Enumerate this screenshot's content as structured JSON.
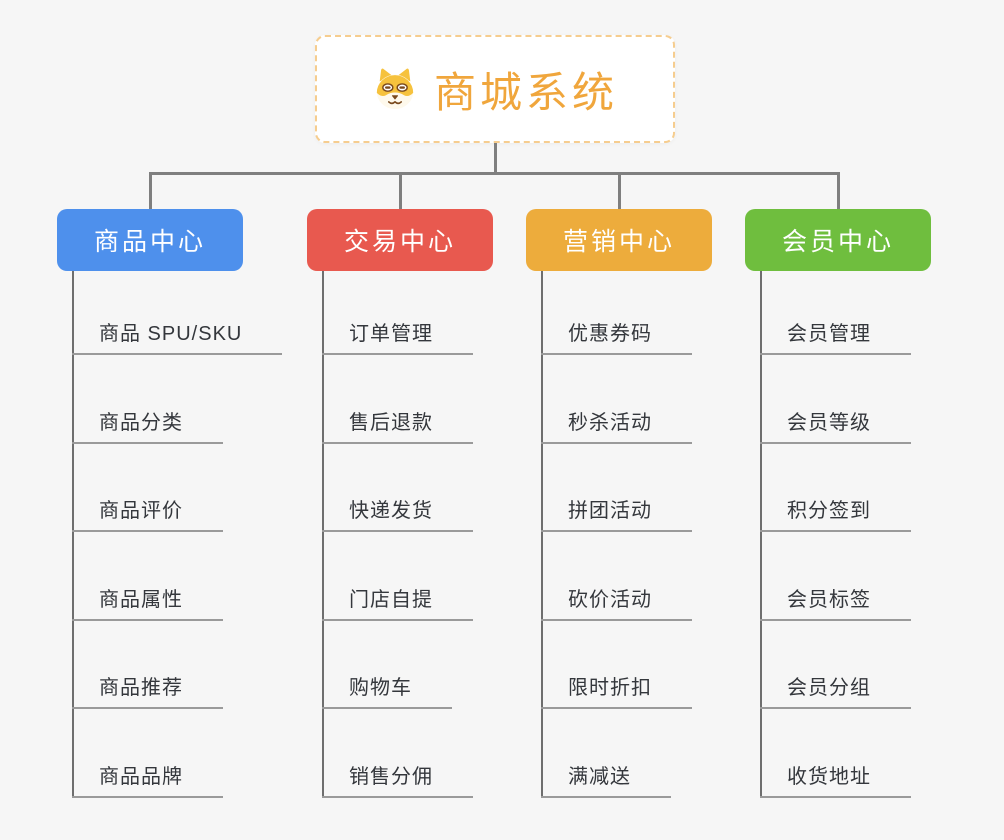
{
  "root": {
    "title": "商城系统",
    "icon": "dog-face-icon",
    "title_color": "#F0A63C",
    "border_color": "#F6CD8F"
  },
  "connector_color": "#7F7F7F",
  "underline_color": "#9A9A9A",
  "branches": [
    {
      "label": "商品中心",
      "color": "#4E90EC",
      "items": [
        "商品 SPU/SKU",
        "商品分类",
        "商品评价",
        "商品属性",
        "商品推荐",
        "商品品牌"
      ]
    },
    {
      "label": "交易中心",
      "color": "#E8594F",
      "items": [
        "订单管理",
        "售后退款",
        "快递发货",
        "门店自提",
        "购物车",
        "销售分佣"
      ]
    },
    {
      "label": "营销中心",
      "color": "#EDAC3C",
      "items": [
        "优惠券码",
        "秒杀活动",
        "拼团活动",
        "砍价活动",
        "限时折扣",
        "满减送"
      ]
    },
    {
      "label": "会员中心",
      "color": "#6FBE3E",
      "items": [
        "会员管理",
        "会员等级",
        "积分签到",
        "会员标签",
        "会员分组",
        "收货地址"
      ]
    }
  ]
}
